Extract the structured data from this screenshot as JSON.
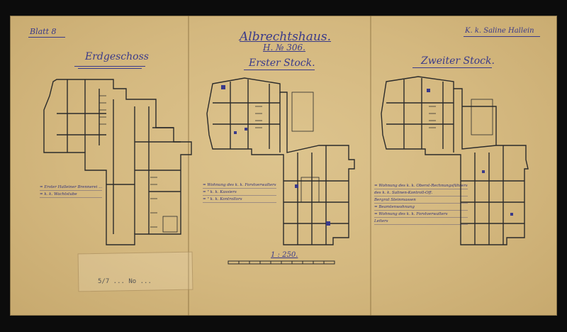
{
  "header": {
    "left_label": "Blatt 8",
    "right_label": "K. k. Saline Hallein",
    "main_title": "Albrechtshaus.",
    "number": "H. № 306."
  },
  "floors": [
    {
      "title": "Erdgeschoss"
    },
    {
      "title": "Erster Stock."
    },
    {
      "title": "Zweiter Stock."
    }
  ],
  "legends": {
    "ground": [
      "= Erster Halleiner Brennerei ...",
      "= k. k. Wachtstube"
    ],
    "first": [
      "= Wohnung des k. k. Forstverwalters",
      "= \" k. k. Kassiers",
      "= \" k. k. Kontrollors"
    ],
    "second": [
      "= Wohnung des k. k. Oberst-Rechnungsführers",
      "des k. k. Salinen-Kontroll-Off.",
      "Bergrat Steinmassen",
      "= Beamtenwohnung",
      "= Wohnung des k. k. Forstverwalters",
      "Leiters"
    ]
  },
  "scale": {
    "label": "1 : 250."
  },
  "stamp": {
    "text": "5/7 ... No ..."
  },
  "colors": {
    "ink": "#3a3a8a",
    "paper": "#d4b87f",
    "lines": "#2b2b2b"
  }
}
